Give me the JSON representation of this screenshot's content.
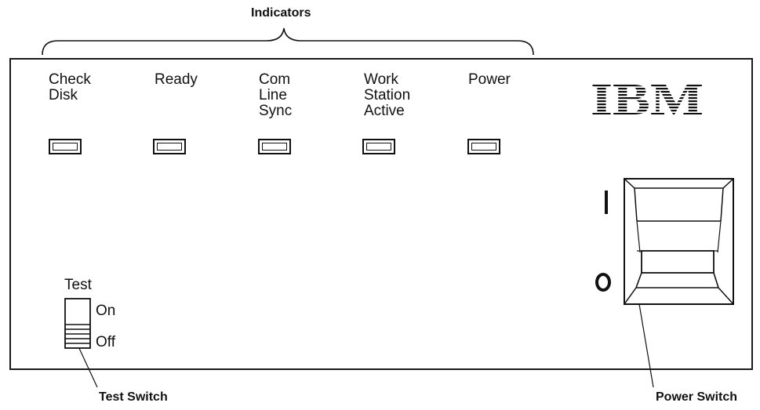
{
  "indicators": {
    "title": "Indicators",
    "items": [
      {
        "id": "check-disk",
        "lines": [
          "Check",
          "Disk"
        ]
      },
      {
        "id": "ready",
        "lines": [
          "Ready"
        ]
      },
      {
        "id": "com-line-sync",
        "lines": [
          "Com",
          "Line",
          "Sync"
        ]
      },
      {
        "id": "work-station-active",
        "lines": [
          "Work",
          "Station",
          "Active"
        ]
      },
      {
        "id": "power",
        "lines": [
          "Power"
        ]
      }
    ]
  },
  "logo": {
    "text": "IBM"
  },
  "test_switch": {
    "title": "Test",
    "on_label": "On",
    "off_label": "Off",
    "callout": "Test Switch"
  },
  "power_switch": {
    "on_mark": "I",
    "off_mark": "O",
    "callout": "Power Switch"
  }
}
